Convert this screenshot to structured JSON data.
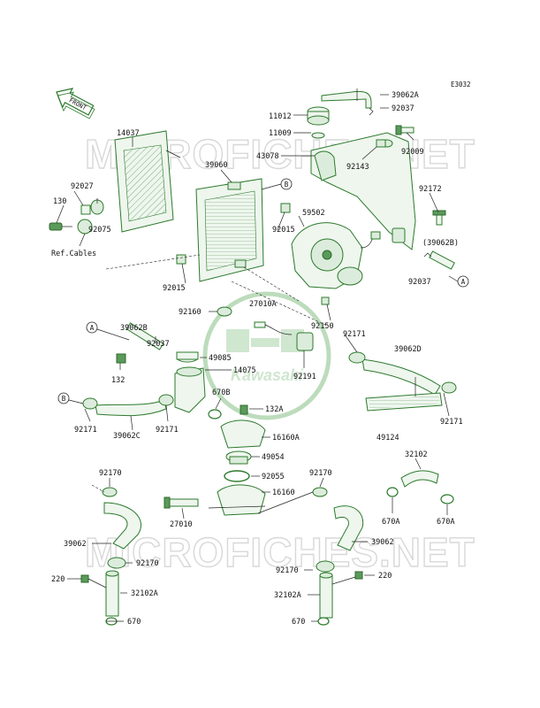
{
  "diagram_code": "E3032",
  "front_label": "FRONT",
  "watermark": {
    "text": "MICROFICHES.NET",
    "logo_text": "Kawasaki"
  },
  "callouts": {
    "A": "A",
    "B": "B"
  },
  "parts": {
    "p39062A": "39062A",
    "p92037_top": "92037",
    "p11012": "11012",
    "p11009": "11009",
    "p43078": "43078",
    "p92143": "92143",
    "p92009": "92009",
    "p14037": "14037",
    "p39060": "39060",
    "p92172": "92172",
    "p92027": "92027",
    "p130": "130",
    "p92075": "92075",
    "ref_cables": "Ref.Cables",
    "p92015_a": "92015",
    "p59502": "59502",
    "p39062B_paren": "(39062B)",
    "p92037_right": "92037",
    "p92015_b": "92015",
    "p92160": "92160",
    "p27010A": "27010A",
    "p92150": "92150",
    "p92171_mid": "92171",
    "p39062B": "39062B",
    "p92037_left": "92037",
    "p49085": "49085",
    "p14075": "14075",
    "p92191": "92191",
    "p39062D": "39062D",
    "p132": "132",
    "p670B": "670B",
    "p132A": "132A",
    "p92171_left": "92171",
    "p39062C": "39062C",
    "p92171_c": "92171",
    "p16160A": "16160A",
    "p49124": "49124",
    "p92171_right": "92171",
    "p49054": "49054",
    "p32102": "32102",
    "p92170_left": "92170",
    "p92170_mid": "92170",
    "p92055": "92055",
    "p16160": "16160",
    "p27010": "27010",
    "p670A_left": "670A",
    "p670A_right": "670A",
    "p39062_left": "39062",
    "p39062_right": "39062",
    "p92170_bl": "92170",
    "p92170_br": "92170",
    "p220_left": "220",
    "p220_right": "220",
    "p32102A_left": "32102A",
    "p32102A_right": "32102A",
    "p670_left": "670",
    "p670_right": "670"
  }
}
